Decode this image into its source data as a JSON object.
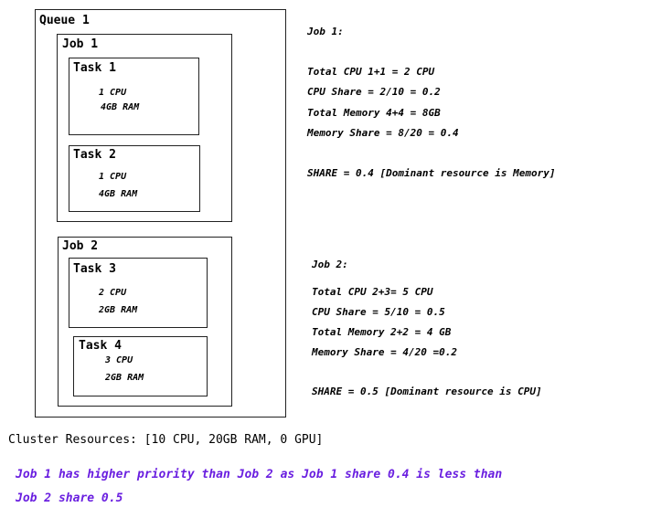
{
  "queue": {
    "title": "Queue 1",
    "jobs": [
      {
        "title": "Job 1",
        "tasks": [
          {
            "title": "Task 1",
            "cpu": "1 CPU",
            "ram": "4GB RAM"
          },
          {
            "title": "Task 2",
            "cpu": "1 CPU",
            "ram": "4GB RAM"
          }
        ]
      },
      {
        "title": "Job 2",
        "tasks": [
          {
            "title": "Task 3",
            "cpu": "2 CPU",
            "ram": "2GB RAM"
          },
          {
            "title": "Task 4",
            "cpu": "3 CPU",
            "ram": "2GB RAM"
          }
        ]
      }
    ]
  },
  "job1_calc": {
    "heading": "Job 1:",
    "total_cpu": "Total CPU  1+1 = 2 CPU",
    "cpu_share": "CPU Share = 2/10 = 0.2",
    "total_memory": "Total Memory 4+4 = 8GB",
    "memory_share": "Memory Share = 8/20 = 0.4",
    "share": "SHARE = 0.4 [Dominant resource is Memory]"
  },
  "job2_calc": {
    "heading": "Job 2:",
    "total_cpu": "Total CPU 2+3= 5 CPU",
    "cpu_share": "CPU Share = 5/10  = 0.5",
    "total_memory": "Total Memory 2+2 = 4 GB",
    "memory_share": "Memory Share = 4/20 =0.2",
    "share": "SHARE = 0.5 [Dominant resource is CPU]"
  },
  "cluster_resources": "Cluster Resources: [10 CPU, 20GB RAM, 0 GPU]",
  "conclusion": {
    "line1": "Job 1 has higher priority than Job 2 as Job 1 share 0.4 is less than",
    "line2": "Job 2 share 0.5"
  },
  "colors": {
    "conclusion": "#6a1fe0",
    "border": "#222222"
  }
}
